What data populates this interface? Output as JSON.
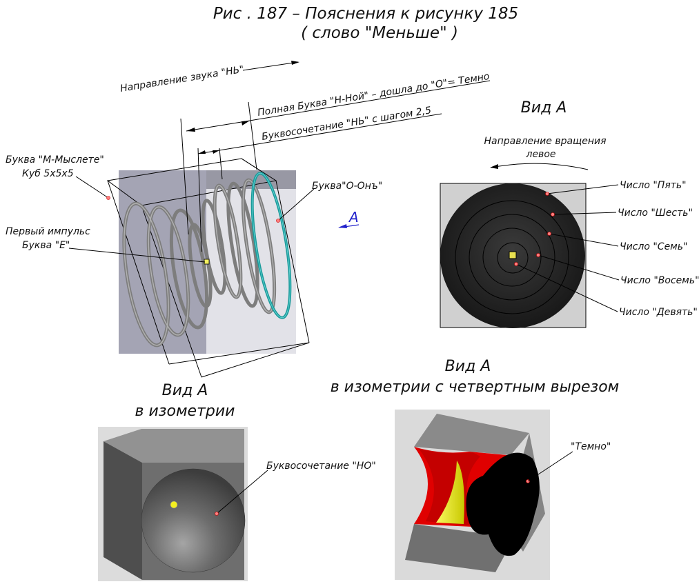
{
  "title": {
    "line1": "Рис . 187 – Пояснения к рисунку 185",
    "line2": "( слово \"Меньше\" )"
  },
  "main_view": {
    "sound_direction": "Направление звука \"НЬ\"",
    "full_letter": "Полная Буква \"Н-Ной\" – дошла до \"О\"= Темно",
    "letter_combo_step": "Буквосочетание \"НЬ\" с шагом 2,5",
    "letter_m_line1": "Буква \"М-Мыслете\"",
    "letter_m_line2": "Куб 5х5х5",
    "first_impulse_line1": "Первый импульс",
    "first_impulse_line2": "Буква \"Е\"",
    "letter_o": "Буква\"О-Онъ\"",
    "view_marker": "A"
  },
  "top_view": {
    "title": "Вид А",
    "rotation_line1": "Направление вращения",
    "rotation_line2": "левое",
    "numbers": [
      "Число \"Пять\"",
      "Число \"Шесть\"",
      "Число \"Семь\"",
      "Число \"Восемь\"",
      "Число \"Девять\""
    ]
  },
  "iso_view": {
    "title_line1": "Вид А",
    "title_line2": "в изометрии",
    "label": "Буквосочетание \"НО\""
  },
  "cut_view": {
    "title_line1": "Вид А",
    "title_line2": "в изометрии с четвертным вырезом",
    "label": "\"Темно\""
  },
  "colors": {
    "helix": "#808080",
    "ring": "#1a9a9a",
    "marker": "#2222cc",
    "cube_face_dark": "#6e6e6e",
    "cut_red": "#e00000",
    "cut_yellow": "#f0f020"
  }
}
